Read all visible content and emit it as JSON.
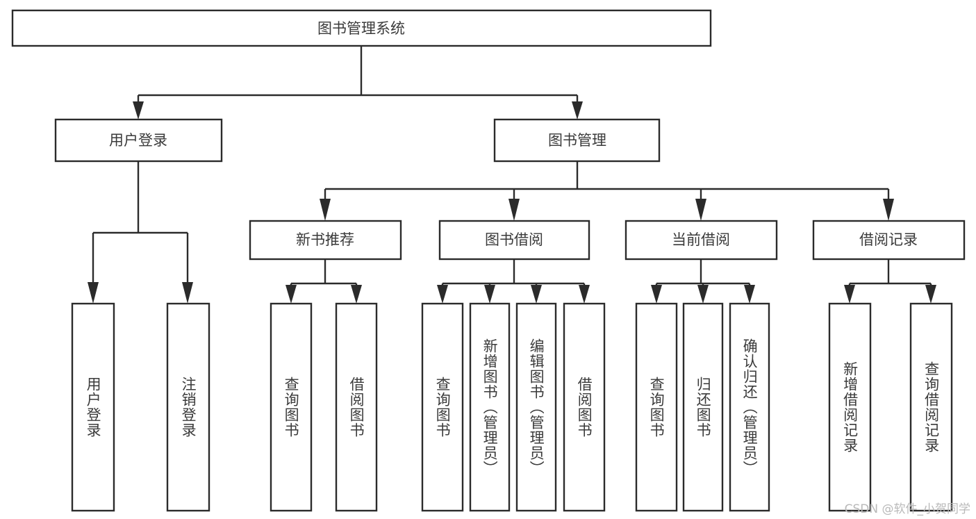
{
  "diagram": {
    "type": "hierarchy-tree",
    "title": "图书管理系统",
    "levels": 4,
    "orientation": "top-down",
    "colors": {
      "box_fill": "#ffffff",
      "box_stroke": "#2b2b2b",
      "text": "#3a3a3a",
      "connector": "#2b2b2b",
      "watermark": "#b9b9b9",
      "background": "#ffffff"
    },
    "root": {
      "id": "root",
      "label": "图书管理系统",
      "orientation": "horizontal"
    },
    "level2": [
      {
        "id": "user-login",
        "label": "用户登录",
        "orientation": "horizontal"
      },
      {
        "id": "book-manage",
        "label": "图书管理",
        "orientation": "horizontal"
      }
    ],
    "level3": [
      {
        "id": "new-book-recommend",
        "label": "新书推荐",
        "orientation": "horizontal",
        "parent": "book-manage"
      },
      {
        "id": "book-borrow",
        "label": "图书借阅",
        "orientation": "horizontal",
        "parent": "book-manage"
      },
      {
        "id": "current-borrow",
        "label": "当前借阅",
        "orientation": "horizontal",
        "parent": "book-manage"
      },
      {
        "id": "borrow-record",
        "label": "借阅记录",
        "orientation": "horizontal",
        "parent": "book-manage"
      }
    ],
    "leaves": [
      {
        "id": "leaf-user-login",
        "label": "用户登录",
        "parent": "user-login",
        "orientation": "vertical"
      },
      {
        "id": "leaf-logout-login",
        "label": "注销登录",
        "parent": "user-login",
        "orientation": "vertical"
      },
      {
        "id": "leaf-query-book-1",
        "label": "查询图书",
        "parent": "new-book-recommend",
        "orientation": "vertical"
      },
      {
        "id": "leaf-borrow-book-1",
        "label": "借阅图书",
        "parent": "new-book-recommend",
        "orientation": "vertical"
      },
      {
        "id": "leaf-query-book-2",
        "label": "查询图书",
        "parent": "book-borrow",
        "orientation": "vertical"
      },
      {
        "id": "leaf-add-book",
        "label": "新增图书（管理员）",
        "parent": "book-borrow",
        "orientation": "vertical"
      },
      {
        "id": "leaf-edit-book",
        "label": "编辑图书（管理员）",
        "parent": "book-borrow",
        "orientation": "vertical"
      },
      {
        "id": "leaf-borrow-book-2",
        "label": "借阅图书",
        "parent": "book-borrow",
        "orientation": "vertical"
      },
      {
        "id": "leaf-query-book-3",
        "label": "查询图书",
        "parent": "current-borrow",
        "orientation": "vertical"
      },
      {
        "id": "leaf-return-book",
        "label": "归还图书",
        "parent": "current-borrow",
        "orientation": "vertical"
      },
      {
        "id": "leaf-confirm-return",
        "label": "确认归还（管理员）",
        "parent": "current-borrow",
        "orientation": "vertical"
      },
      {
        "id": "leaf-add-record",
        "label": "新增借阅记录",
        "parent": "borrow-record",
        "orientation": "vertical"
      },
      {
        "id": "leaf-query-record",
        "label": "查询借阅记录",
        "parent": "borrow-record",
        "orientation": "vertical"
      }
    ],
    "watermark": "CSDN @软件_小贺同学"
  }
}
